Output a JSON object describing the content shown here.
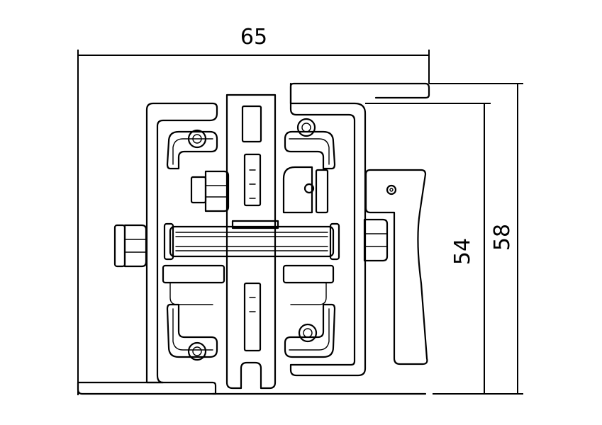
{
  "dimensions": {
    "width": "65",
    "height_inner": "54",
    "height_outer": "58"
  }
}
